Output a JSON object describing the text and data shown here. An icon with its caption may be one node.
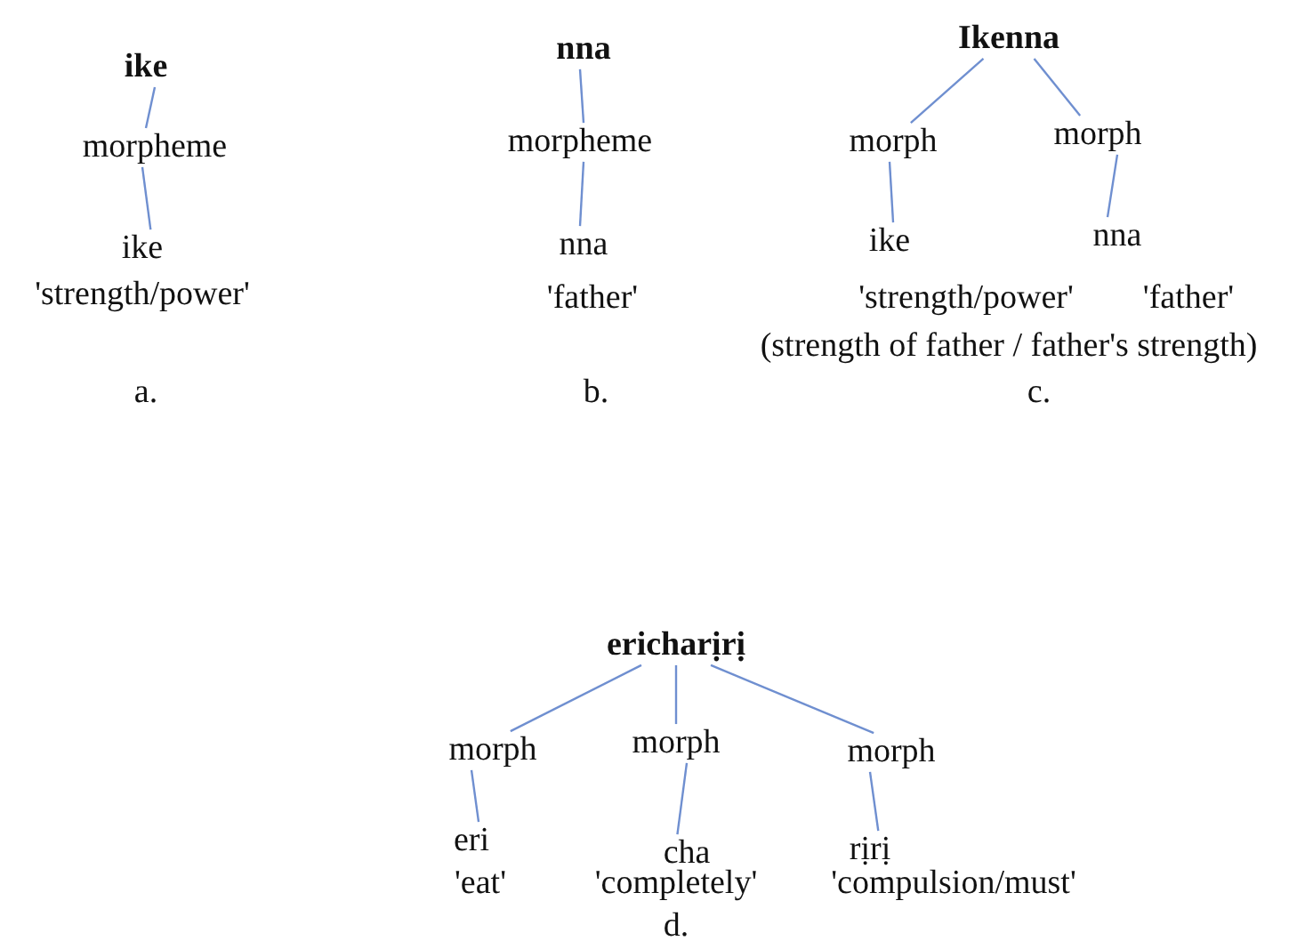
{
  "diagram": {
    "nodes": [
      {
        "text": [
          "ike"
        ]
      },
      {
        "text": [
          "morpheme"
        ]
      },
      {
        "text": [
          "ike"
        ],
        "beside": [
          "'strength/power'"
        ]
      },
      {
        "text": [
          "nna"
        ]
      },
      {
        "text": [
          "morpheme"
        ]
      },
      {
        "text": [
          "nna"
        ],
        "beside": [
          "'father'"
        ]
      },
      {
        "text": [
          "Ikenna"
        ]
      },
      {
        "text": [
          "morph"
        ]
      },
      {
        "text": [
          "morph"
        ]
      },
      {
        "text": [
          "ike"
        ],
        "beside": [
          "'strength/power'"
        ]
      },
      {
        "text": [
          "nna"
        ],
        "beside": [
          "'father'"
        ]
      },
      {
        "text": [
          "ericharịrị"
        ]
      },
      {
        "text": [
          "morph"
        ]
      },
      {
        "text": [
          "morph"
        ]
      },
      {
        "text": [
          "morph"
        ]
      },
      {
        "text": [
          "eri"
        ],
        "beside": [
          "'eat'"
        ]
      },
      {
        "text": [
          "cha"
        ],
        "beside": [
          "'completely'"
        ]
      },
      {
        "text": [
          "rịrị"
        ],
        "beside": [
          "'compulsion/must'"
        ]
      }
    ],
    "edges": [
      {
        "from": 0,
        "to": 1,
        "arrow": "none"
      },
      {
        "from": 1,
        "to": 2,
        "arrow": "none"
      },
      {
        "from": 3,
        "to": 4,
        "arrow": "none"
      },
      {
        "from": 4,
        "to": 5,
        "arrow": "none"
      },
      {
        "from": 6,
        "to": 7,
        "arrow": "none"
      },
      {
        "from": 6,
        "to": 8,
        "arrow": "none"
      },
      {
        "from": 7,
        "to": 9,
        "arrow": "none"
      },
      {
        "from": 8,
        "to": 10,
        "arrow": "none"
      },
      {
        "from": 11,
        "to": 12,
        "arrow": "none"
      },
      {
        "from": 11,
        "to": 13,
        "arrow": "none"
      },
      {
        "from": 11,
        "to": 14,
        "arrow": "none"
      },
      {
        "from": 12,
        "to": 15,
        "arrow": "none"
      },
      {
        "from": 13,
        "to": 16,
        "arrow": "none"
      },
      {
        "from": 14,
        "to": 17,
        "arrow": "none"
      }
    ],
    "labels": [
      "a.",
      "b.",
      "(strength of father / father's strength)",
      "c.",
      "d."
    ]
  }
}
